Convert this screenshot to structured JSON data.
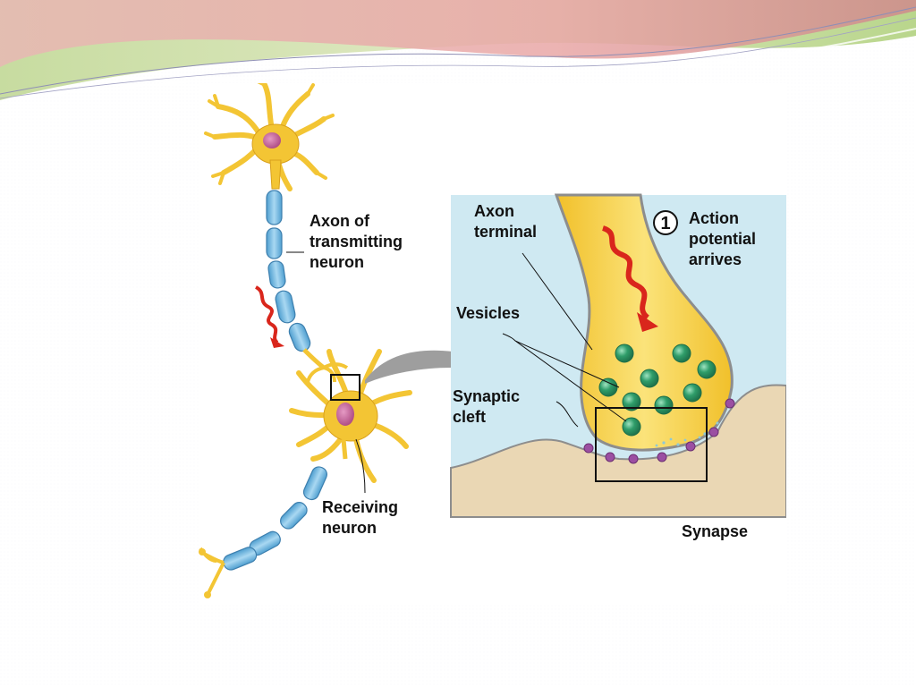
{
  "labels": {
    "axon_transmitting": [
      "Axon of",
      "transmitting",
      "neuron"
    ],
    "receiving_neuron": [
      "Receiving",
      "neuron"
    ],
    "axon_terminal": [
      "Axon",
      "terminal"
    ],
    "vesicles": "Vesicles",
    "synaptic_cleft": [
      "Synaptic",
      "cleft"
    ],
    "step_number": "1",
    "action_potential": [
      "Action",
      "potential",
      "arrives"
    ],
    "synapse": "Synapse"
  },
  "colors": {
    "neuron_body": "#f2c230",
    "myelin": "#6cb7e0",
    "nucleus": "#c9669e",
    "extracellular": "#cfe9f2",
    "tissue": "#ead7b4",
    "vesicle": "#2f9d6a",
    "receptor": "#9b4fa2",
    "signal_arrow": "#d9261c",
    "callout_arrow": "#9e9e9e",
    "header_green": "#b9d68c",
    "header_pink": "#d98a8f"
  }
}
